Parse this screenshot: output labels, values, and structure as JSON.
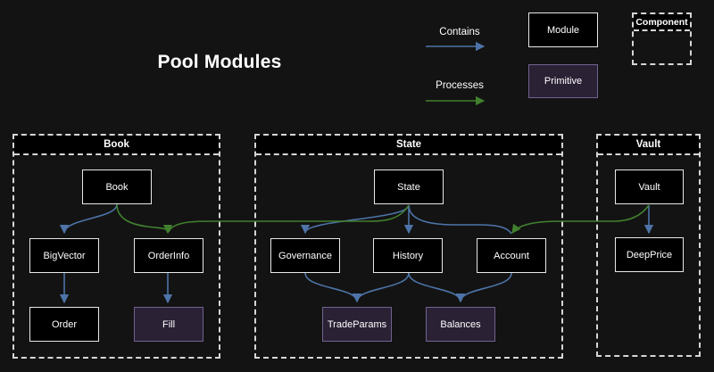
{
  "title": "Pool Modules",
  "colors": {
    "background": "#131313",
    "text": "#ffffff",
    "box_bg": "#000000",
    "box_border": "#e8e8e8",
    "primitive_bg": "#2a2135",
    "primitive_border": "#71638f",
    "dashed_border": "#d6d6d6",
    "contains_blue": "#4d74a8",
    "processes_green": "#41802e"
  },
  "legend": {
    "contains_label": "Contains",
    "processes_label": "Processes",
    "module_label": "Module",
    "primitive_label": "Primitive",
    "component_label": "Component"
  },
  "containers": {
    "book": {
      "label": "Book"
    },
    "state": {
      "label": "State"
    },
    "vault": {
      "label": "Vault"
    }
  },
  "nodes": {
    "book": {
      "label": "Book",
      "type": "module"
    },
    "bigvector": {
      "label": "BigVector",
      "type": "module"
    },
    "orderinfo": {
      "label": "OrderInfo",
      "type": "module"
    },
    "order": {
      "label": "Order",
      "type": "module"
    },
    "fill": {
      "label": "Fill",
      "type": "primitive"
    },
    "state": {
      "label": "State",
      "type": "module"
    },
    "governance": {
      "label": "Governance",
      "type": "module"
    },
    "history": {
      "label": "History",
      "type": "module"
    },
    "account": {
      "label": "Account",
      "type": "module"
    },
    "tradeparams": {
      "label": "TradeParams",
      "type": "primitive"
    },
    "balances": {
      "label": "Balances",
      "type": "primitive"
    },
    "vault": {
      "label": "Vault",
      "type": "module"
    },
    "deepprice": {
      "label": "DeepPrice",
      "type": "module"
    }
  },
  "edges": {
    "contains": [
      {
        "from": "Book",
        "to": "BigVector"
      },
      {
        "from": "BigVector",
        "to": "Order"
      },
      {
        "from": "OrderInfo",
        "to": "Fill"
      },
      {
        "from": "State",
        "to": "Governance"
      },
      {
        "from": "State",
        "to": "History"
      },
      {
        "from": "State",
        "to": "Account"
      },
      {
        "from": "Governance",
        "to": "TradeParams"
      },
      {
        "from": "History",
        "to": "TradeParams"
      },
      {
        "from": "History",
        "to": "Balances"
      },
      {
        "from": "Account",
        "to": "Balances"
      },
      {
        "from": "Vault",
        "to": "DeepPrice"
      }
    ],
    "processes": [
      {
        "from": "Book",
        "to": "OrderInfo"
      },
      {
        "from": "State",
        "to": "OrderInfo"
      },
      {
        "from": "Vault",
        "to": "Account"
      }
    ]
  }
}
